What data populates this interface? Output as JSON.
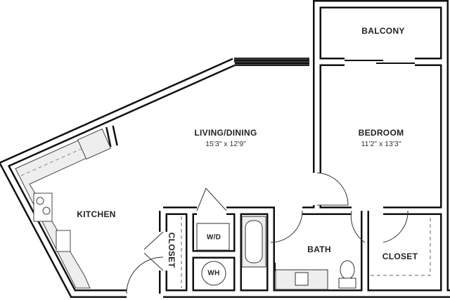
{
  "rooms": {
    "balcony": "BALCONY",
    "living": {
      "name": "LIVING/DINING",
      "size": "15'3\" x 12'9\""
    },
    "bedroom": {
      "name": "BEDROOM",
      "size": "11'2\" x 13'3\""
    },
    "kitchen": "KITCHEN",
    "closet_left": "CLOSET",
    "washer_dryer": "W/D",
    "water_heater": "WH",
    "bath": "BATH",
    "closet_right": "CLOSET"
  }
}
